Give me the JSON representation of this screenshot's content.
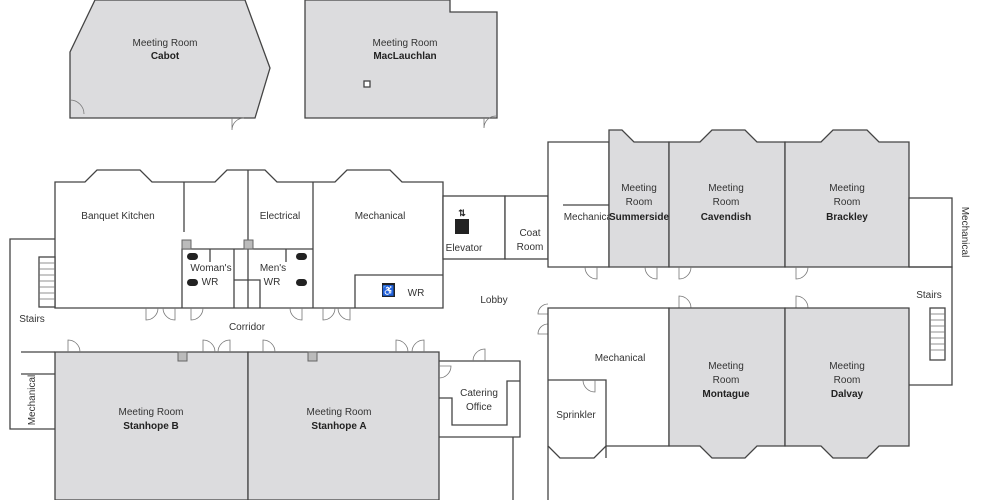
{
  "rooms": {
    "cabot": {
      "type": "Meeting Room",
      "name": "Cabot"
    },
    "maclauchlan": {
      "type": "Meeting Room",
      "name": "MacLauchlan"
    },
    "stanhope_b": {
      "type": "Meeting Room",
      "name": "Stanhope B"
    },
    "stanhope_a": {
      "type": "Meeting Room",
      "name": "Stanhope A"
    },
    "summerside": {
      "type1": "Meeting",
      "type2": "Room",
      "name": "Summerside"
    },
    "cavendish": {
      "type1": "Meeting",
      "type2": "Room",
      "name": "Cavendish"
    },
    "brackley": {
      "type1": "Meeting",
      "type2": "Room",
      "name": "Brackley"
    },
    "montague": {
      "type1": "Meeting",
      "type2": "Room",
      "name": "Montague"
    },
    "dalvay": {
      "type1": "Meeting",
      "type2": "Room",
      "name": "Dalvay"
    }
  },
  "labels": {
    "banquet_kitchen": "Banquet Kitchen",
    "electrical": "Electrical",
    "mechanical": "Mechanical",
    "womens_wr_1": "Woman's",
    "womens_wr_2": "WR",
    "mens_wr_1": "Men's",
    "mens_wr_2": "WR",
    "accessible_wr": "WR",
    "elevator": "Elevator",
    "coat_room_1": "Coat",
    "coat_room_2": "Room",
    "lobby": "Lobby",
    "corridor": "Corridor",
    "stairs_left": "Stairs",
    "stairs_right": "Stairs",
    "mechanical_left": "Mechanical",
    "mechanical_right_vertical": "Mechanical",
    "mechanical_upper_right": "Mechanical",
    "mechanical_lower_right": "Mechanical",
    "catering_1": "Catering",
    "catering_2": "Office",
    "sprinkler": "Sprinkler"
  },
  "colors": {
    "meeting_room": "#dcdcde",
    "wall": "#444444"
  }
}
